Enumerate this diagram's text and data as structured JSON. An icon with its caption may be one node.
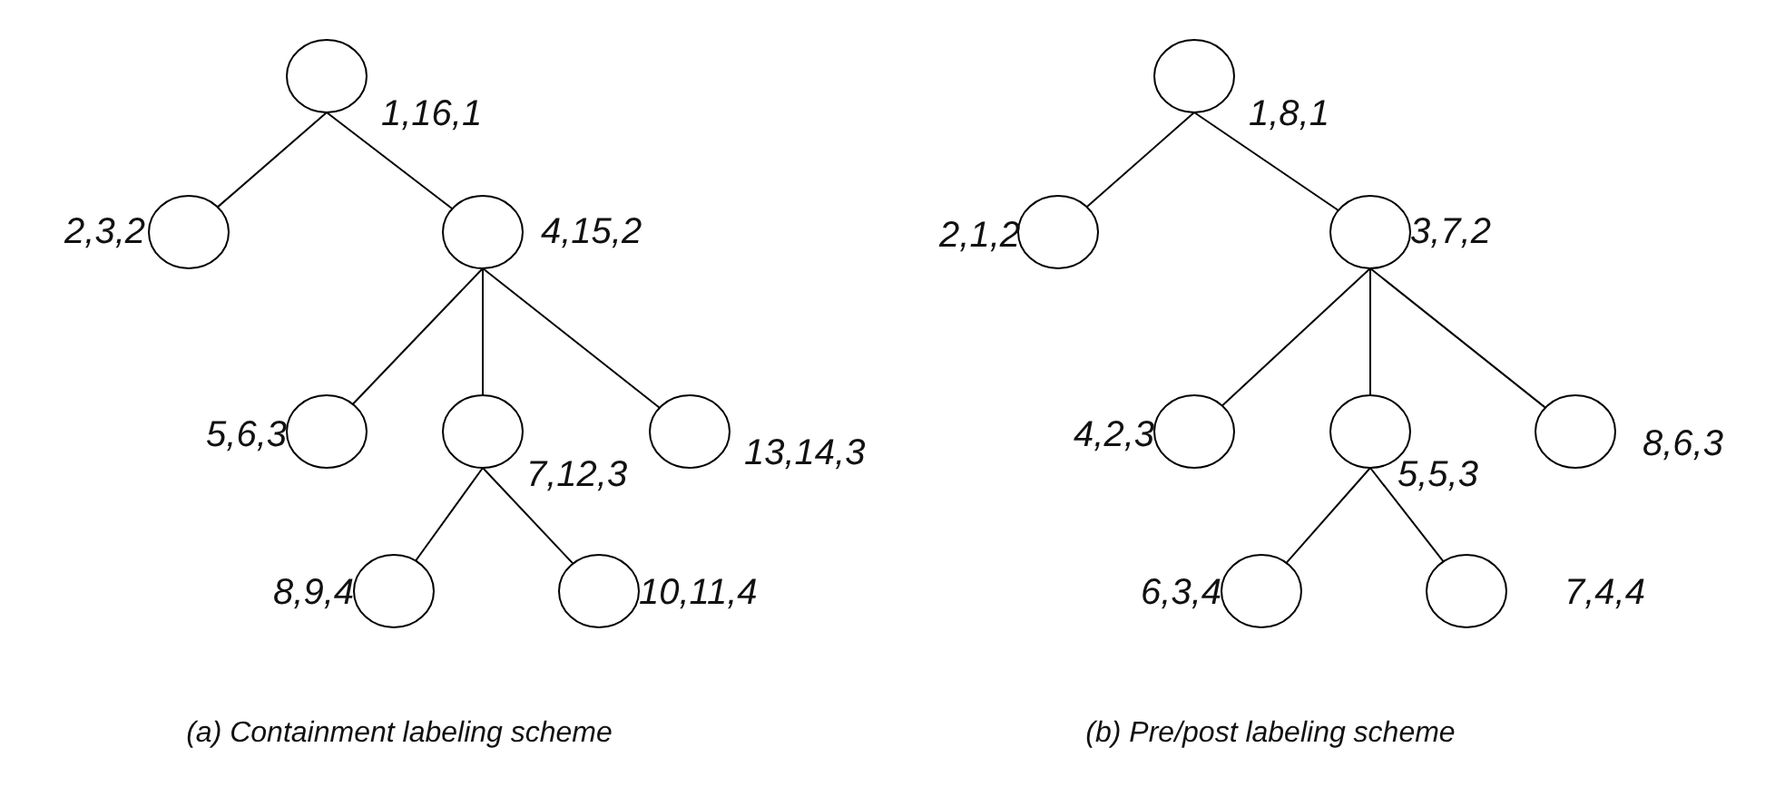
{
  "diagram": {
    "nodes": [
      {
        "text": [],
        "shape": "circle",
        "beside": [
          "1,16,1"
        ]
      },
      {
        "text": [],
        "shape": "circle",
        "beside": [
          "2,3,2"
        ]
      },
      {
        "text": [],
        "shape": "circle",
        "beside": [
          "4,15,2"
        ]
      },
      {
        "text": [],
        "shape": "circle",
        "beside": [
          "5,6,3"
        ]
      },
      {
        "text": [],
        "shape": "circle",
        "beside": [
          "7,12,3"
        ]
      },
      {
        "text": [],
        "shape": "circle",
        "beside": [
          "13,14,3"
        ]
      },
      {
        "text": [],
        "shape": "circle",
        "beside": [
          "8,9,4"
        ]
      },
      {
        "text": [],
        "shape": "circle",
        "beside": [
          "10,11,4"
        ]
      },
      {
        "text": [],
        "shape": "circle",
        "beside": [
          "1,8,1"
        ]
      },
      {
        "text": [],
        "shape": "circle",
        "beside": [
          "2,1,2"
        ]
      },
      {
        "text": [],
        "shape": "circle",
        "beside": [
          "3,7,2"
        ]
      },
      {
        "text": [],
        "shape": "circle",
        "beside": [
          "4,2,3"
        ]
      },
      {
        "text": [],
        "shape": "circle",
        "beside": [
          "5,5,3"
        ]
      },
      {
        "text": [],
        "shape": "circle",
        "beside": [
          "8,6,3"
        ]
      },
      {
        "text": [],
        "shape": "circle",
        "beside": [
          "6,3,4"
        ]
      },
      {
        "text": [],
        "shape": "circle",
        "beside": [
          "7,4,4"
        ]
      }
    ],
    "edges": [
      {
        "from": 0,
        "to": 1,
        "arrow": "none"
      },
      {
        "from": 0,
        "to": 2,
        "arrow": "none"
      },
      {
        "from": 2,
        "to": 3,
        "arrow": "none"
      },
      {
        "from": 2,
        "to": 4,
        "arrow": "none"
      },
      {
        "from": 2,
        "to": 5,
        "arrow": "none"
      },
      {
        "from": 4,
        "to": 6,
        "arrow": "none"
      },
      {
        "from": 4,
        "to": 7,
        "arrow": "none"
      },
      {
        "from": 8,
        "to": 9,
        "arrow": "none"
      },
      {
        "from": 8,
        "to": 10,
        "arrow": "none"
      },
      {
        "from": 10,
        "to": 11,
        "arrow": "none"
      },
      {
        "from": 10,
        "to": 12,
        "arrow": "none"
      },
      {
        "from": 10,
        "to": 13,
        "arrow": "none"
      },
      {
        "from": 12,
        "to": 14,
        "arrow": "none"
      },
      {
        "from": 12,
        "to": 15,
        "arrow": "none"
      }
    ],
    "labels": [
      "(a) Containment labeling scheme",
      "(b) Pre/post labeling scheme"
    ]
  }
}
